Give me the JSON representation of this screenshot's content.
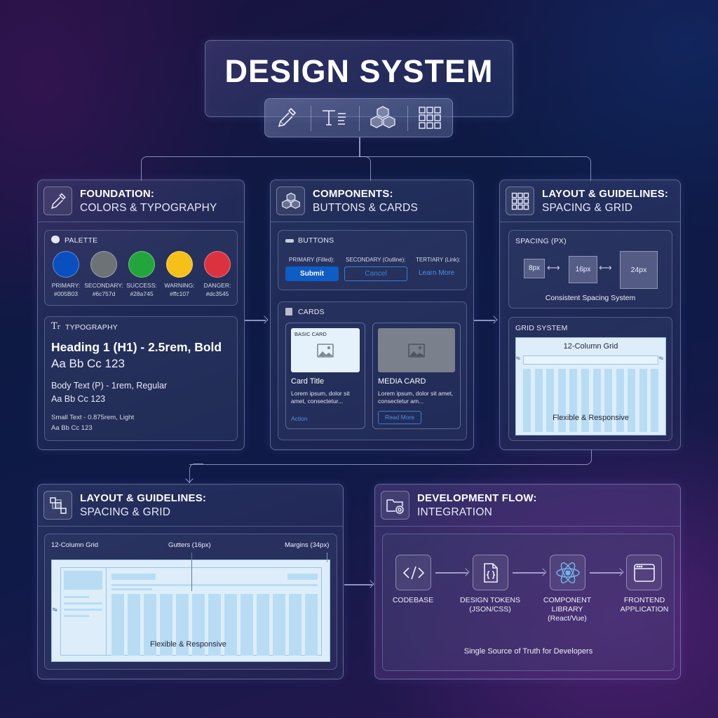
{
  "title": {
    "text": "DESIGN SYSTEM",
    "toolbar_icons": [
      "eyedropper-icon",
      "typography-icon",
      "cubes-icon",
      "grid-icon"
    ]
  },
  "foundation": {
    "title": "FOUNDATION:",
    "subtitle": "COLORS & TYPOGRAPHY",
    "palette": {
      "label": "PALETTE",
      "swatches": [
        {
          "name": "PRIMARY:",
          "code": "#005B03",
          "color": "#0a4fbf"
        },
        {
          "name": "SECONDARY:",
          "code": "#6c757d",
          "color": "#6c7275"
        },
        {
          "name": "SUCCESS:",
          "code": "#28a745",
          "color": "#22a63c"
        },
        {
          "name": "WARNING:",
          "code": "#ffc107",
          "color": "#f5c018"
        },
        {
          "name": "DANGER:",
          "code": "#dc3545",
          "color": "#dc3240"
        }
      ]
    },
    "typography": {
      "label": "TYPOGRAPHY",
      "h1": "Heading 1 (H1) - 2.5rem, Bold",
      "h1_sample": "Aa Bb Cc 123",
      "body": "Body Text (P) - 1rem, Regular",
      "body_sample": "Aa Bb Cc 123",
      "small": "Small Text - 0.875rem, Light",
      "small_sample": "Aa Bb Cc 123"
    }
  },
  "components": {
    "title": "COMPONENTS:",
    "subtitle": "BUTTONS & CARDS",
    "buttons": {
      "label": "BUTTONS",
      "primary_caption": "PRIMARY (Filled):",
      "secondary_caption": "SECONDARY (Outline):",
      "tertiary_caption": "TERTIARY (Link):",
      "primary_label": "Submit",
      "secondary_label": "Cancel",
      "tertiary_label": "Learn More"
    },
    "cards": {
      "label": "CARDS",
      "basic": {
        "tag": "BASIC CARD",
        "title": "Card Title",
        "body": "Lorem ipsum, dolor sit amet, consectetur...",
        "action": "Action"
      },
      "media": {
        "title": "MEDIA CARD",
        "body": "Lorem ipsum, dolor sit amet, consectetur am...",
        "action": "Read More"
      }
    }
  },
  "layout_top": {
    "title": "LAYOUT & GUIDELINES:",
    "subtitle": "SPACING & GRID",
    "spacing": {
      "label": "SPACING (PX)",
      "sizes": [
        "8px",
        "16px",
        "24px"
      ],
      "caption": "Consistent Spacing System"
    },
    "grid": {
      "label": "GRID SYSTEM",
      "heading": "12-Column Grid",
      "caption": "Flexible & Responsive",
      "columns": 12
    }
  },
  "layout_bottom": {
    "title": "LAYOUT & GUIDELINES:",
    "subtitle": "SPACING & GRID",
    "label_left": "12-Column Grid",
    "label_gutters": "Gutters (16px)",
    "label_margins": "Margins (34px)",
    "caption": "Flexible & Responsive",
    "columns": 13
  },
  "dev_flow": {
    "title": "DEVELOPMENT FLOW:",
    "subtitle": "INTEGRATION",
    "steps": [
      {
        "icon": "code-icon",
        "label": "CODEBASE"
      },
      {
        "icon": "json-file-icon",
        "label": "DESIGN TOKENS\n(JSON/CSS)"
      },
      {
        "icon": "react-icon",
        "label": "COMPONENT\nLIBRARY\n(React/Vue)"
      },
      {
        "icon": "browser-window-icon",
        "label": "FRONTEND\nAPPLICATION"
      }
    ],
    "caption": "Single Source of Truth for Developers"
  },
  "colors": {
    "primary_blue": "#0f5cc4",
    "link_blue": "#4a90e2",
    "grid_bg": "#ddeefa",
    "grid_col": "#b9dcf5"
  }
}
